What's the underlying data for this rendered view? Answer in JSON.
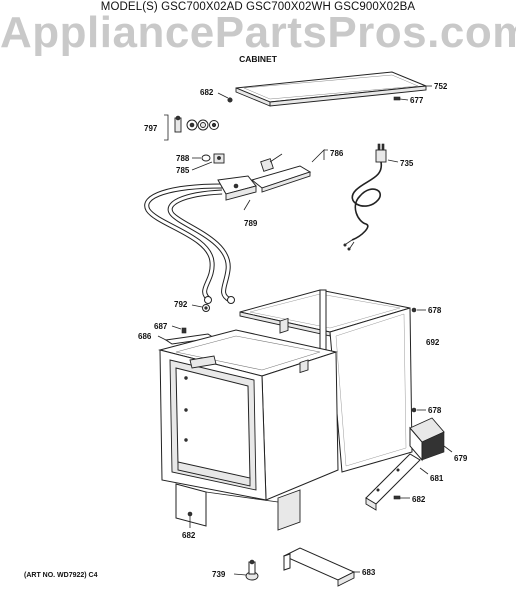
{
  "header": {
    "model_line": "MODEL(S) GSC700X02AD  GSC700X02WH  GSC900X02BA",
    "watermark": "AppliancePartsPros.com",
    "section_title": "CABINET"
  },
  "footer": {
    "art_number": "(ART NO. WD7922) C4"
  },
  "callouts": {
    "c752": "752",
    "c682_top": "682",
    "c677": "677",
    "c797": "797",
    "c788": "788",
    "c785": "785",
    "c786": "786",
    "c735": "735",
    "c789": "789",
    "c792": "792",
    "c678_top": "678",
    "c687": "687",
    "c686": "686",
    "c692": "692",
    "c678_mid": "678",
    "c679": "679",
    "c681": "681",
    "c682_right": "682",
    "c682_bottom": "682",
    "c739": "739",
    "c683": "683"
  }
}
